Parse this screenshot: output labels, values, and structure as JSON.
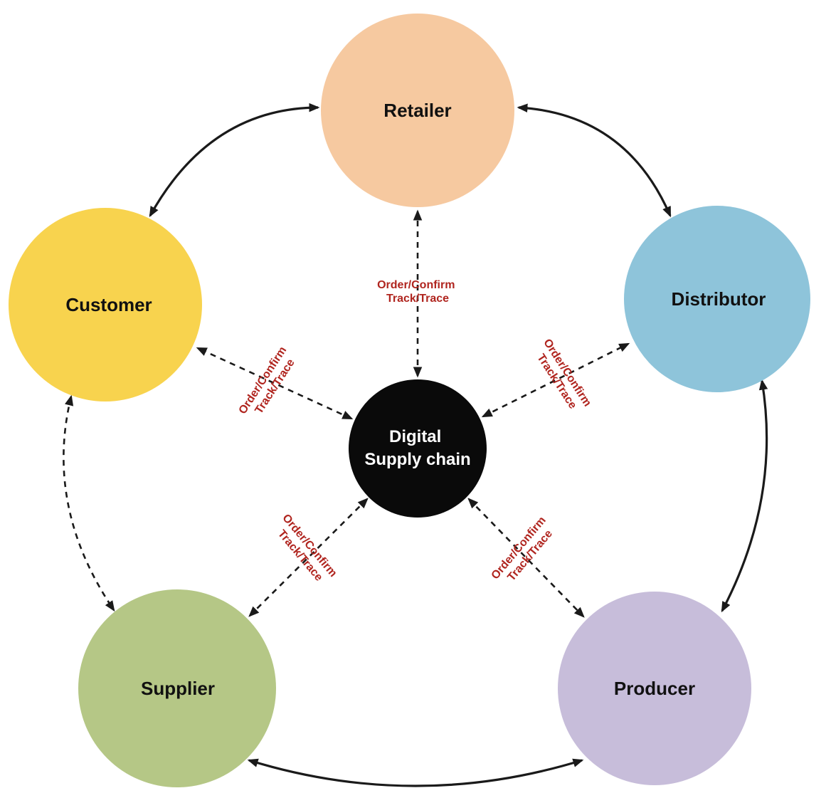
{
  "center_node": {
    "line1": "Digital",
    "line2": "Supply chain",
    "color": "#0a0a0a",
    "text_color": "#ffffff"
  },
  "nodes": {
    "retailer": {
      "label": "Retailer",
      "color": "#f6c9a0"
    },
    "distributor": {
      "label": "Distributor",
      "color": "#8ec4da"
    },
    "producer": {
      "label": "Producer",
      "color": "#c7bdda"
    },
    "supplier": {
      "label": "Supplier",
      "color": "#b5c786"
    },
    "customer": {
      "label": "Customer",
      "color": "#f8d34e"
    }
  },
  "edge_label": {
    "line1": "Order/Confirm",
    "line2": "Track/Trace",
    "color": "#b0251f"
  },
  "colors": {
    "arrow": "#1a1a1a",
    "background": "#ffffff",
    "node_text": "#111111"
  }
}
